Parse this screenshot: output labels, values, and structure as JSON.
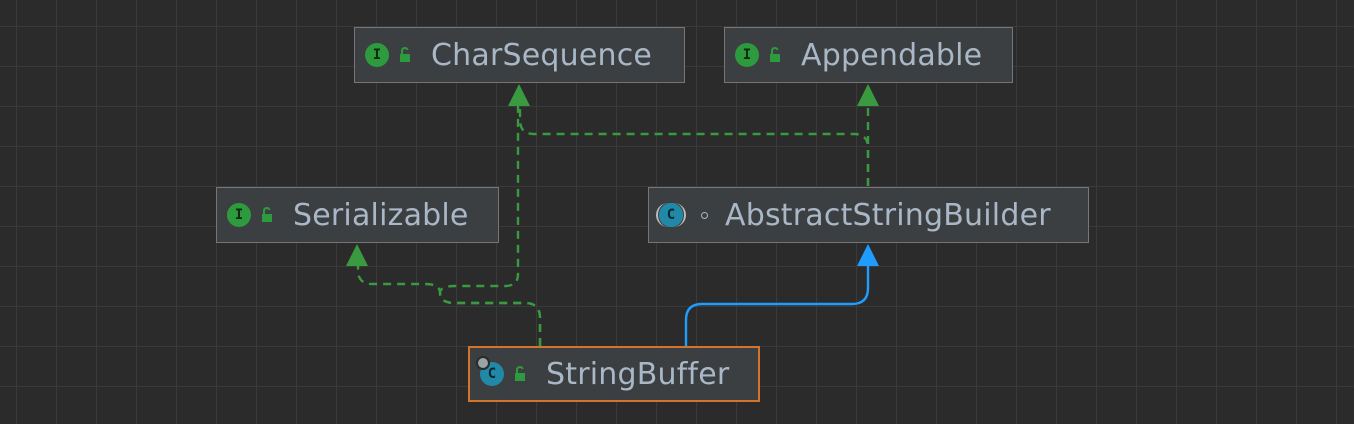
{
  "diagram": {
    "title": "",
    "nodes": {
      "char_sequence": {
        "label": "CharSequence",
        "kind": "interface",
        "icon_letter": "I",
        "visibility_icon": "public-lock-icon"
      },
      "appendable": {
        "label": "Appendable",
        "kind": "interface",
        "icon_letter": "I",
        "visibility_icon": "public-lock-icon"
      },
      "serializable": {
        "label": "Serializable",
        "kind": "interface",
        "icon_letter": "I",
        "visibility_icon": "public-lock-icon"
      },
      "abstract_string_builder": {
        "label": "AbstractStringBuilder",
        "kind": "abstract-class",
        "icon_letter": "C",
        "visibility_icon": "package-private-icon"
      },
      "string_buffer": {
        "label": "StringBuffer",
        "kind": "final-class",
        "icon_letter": "C",
        "visibility_icon": "public-lock-icon",
        "selected": true
      }
    },
    "edges": [
      {
        "from": "StringBuffer",
        "to": "Serializable",
        "relation": "implements",
        "style": "dashed",
        "color": "#3a9a3f"
      },
      {
        "from": "StringBuffer",
        "to": "CharSequence",
        "relation": "implements",
        "style": "dashed",
        "color": "#3a9a3f"
      },
      {
        "from": "StringBuffer",
        "to": "AbstractStringBuilder",
        "relation": "extends",
        "style": "solid",
        "color": "#1e9dff"
      },
      {
        "from": "AbstractStringBuilder",
        "to": "Appendable",
        "relation": "implements",
        "style": "dashed",
        "color": "#3a9a3f"
      },
      {
        "from": "AbstractStringBuilder",
        "to": "CharSequence",
        "relation": "implements",
        "style": "dashed",
        "color": "#3a9a3f"
      }
    ],
    "colors": {
      "background": "#2b2b2b",
      "grid": "#3a3a3a",
      "node_fill": "#3c3f41",
      "node_border": "#767676",
      "selected_border": "#d2742c",
      "text": "#a9b7c6",
      "implements_edge": "#3a9a3f",
      "extends_edge": "#1e9dff",
      "interface_icon": "#2e9a3e",
      "class_icon": "#2089a8"
    }
  }
}
